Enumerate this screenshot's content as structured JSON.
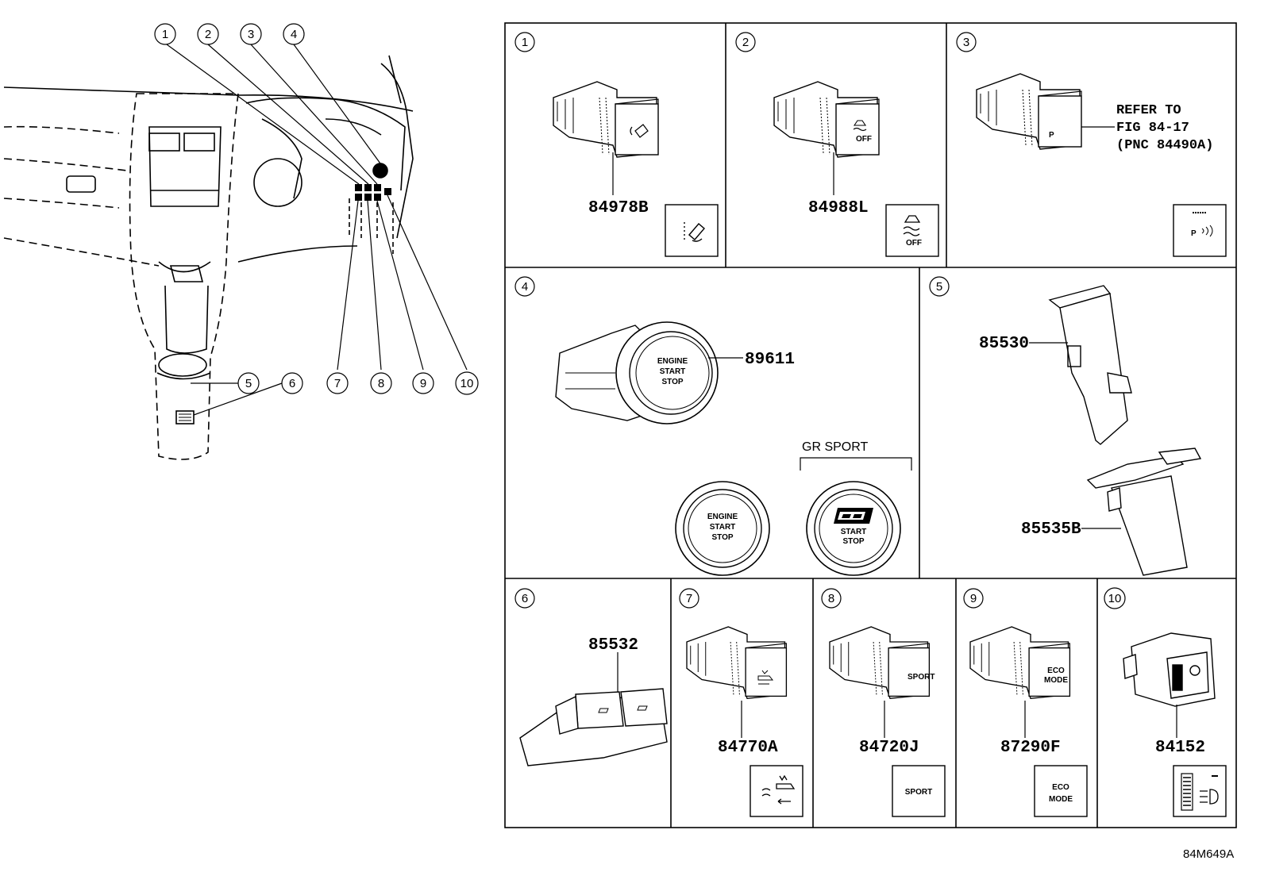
{
  "diagram_code": "84M649A",
  "callout_numbers": [
    "1",
    "2",
    "3",
    "4",
    "5",
    "6",
    "7",
    "8",
    "9",
    "10"
  ],
  "panels": [
    {
      "num": "1",
      "part": "84978B",
      "icon": "slip-indicator-off-icon"
    },
    {
      "num": "2",
      "part": "84988L",
      "icon": "traction-control-off-icon",
      "icon_text": "OFF"
    },
    {
      "num": "3",
      "icon": "parking-sensor-icon",
      "refer": [
        "REFER TO",
        "FIG 84-17",
        "(PNC 84490A)"
      ],
      "icon_text": "P"
    },
    {
      "num": "4",
      "part": "89611",
      "button_text": [
        "ENGINE",
        "START",
        "STOP"
      ],
      "variant_label": "GR SPORT",
      "gr_button_text": [
        "START",
        "STOP"
      ]
    },
    {
      "num": "5",
      "parts": [
        "85530",
        "85535B"
      ]
    },
    {
      "num": "6",
      "part": "85532"
    },
    {
      "num": "7",
      "part": "84770A",
      "icon": "pre-collision-icon"
    },
    {
      "num": "8",
      "part": "84720J",
      "icon_text": "SPORT"
    },
    {
      "num": "9",
      "part": "87290F",
      "icon_text": [
        "ECO",
        "MODE"
      ]
    },
    {
      "num": "10",
      "part": "84152",
      "icon": "headlamp-leveling-icon"
    }
  ]
}
